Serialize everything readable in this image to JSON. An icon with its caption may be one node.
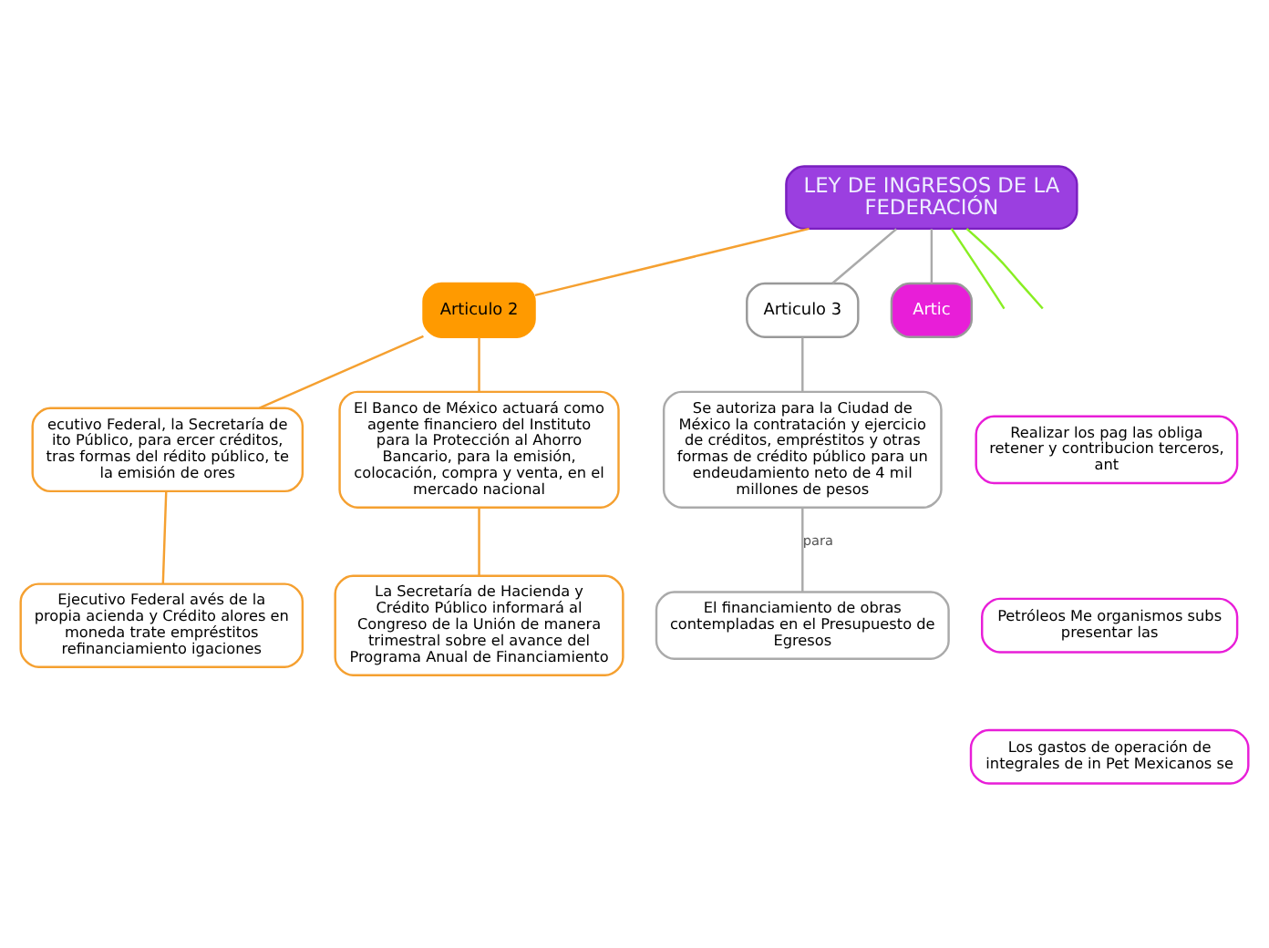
{
  "diagram": {
    "nodes": [
      {
        "text": [
          "LEY DE INGRESOS DE LA FEDERACIÓN"
        ]
      },
      {
        "text": [
          "Articulo 2"
        ]
      },
      {
        "text": [
          "ecutivo Federal, la Secretaría de ito Público, para ercer créditos, tras formas del rédito público, te la emisión de ores"
        ]
      },
      {
        "text": [
          "Ejecutivo Federal avés de la propia acienda y Crédito alores en moneda trate empréstitos refinanciamiento igaciones"
        ]
      },
      {
        "text": [
          "El Banco de México actuará como agente financiero del Instituto para la Protección al Ahorro Bancario, para la emisión, colocación, compra y venta, en el mercado nacional"
        ]
      },
      {
        "text": [
          "La Secretaría de Hacienda y Crédito Público informará al Congreso de la Unión de manera trimestral sobre el avance del Programa Anual de Financiamiento"
        ]
      },
      {
        "text": [
          "Articulo 3"
        ]
      },
      {
        "text": [
          "Se autoriza para la Ciudad de México la contratación y ejercicio de créditos, empréstitos y otras formas de crédito público para un endeudamiento neto de 4 mil millones de pesos"
        ]
      },
      {
        "text": [
          "El financiamiento de obras contempladas en el Presupuesto de Egresos"
        ]
      },
      {
        "text": [
          "Artic"
        ]
      },
      {
        "text": [
          "Realizar los pag las obliga retener y contribucion terceros, ant"
        ]
      },
      {
        "text": [
          "Petróleos Me organismos subs presentar las"
        ]
      },
      {
        "text": [
          "Los gastos de operación de integrales de in Pet Mexicanos se"
        ]
      }
    ],
    "edges": [
      {
        "from": 0,
        "to": null,
        "arrow": "none",
        "color": "#88ee22"
      },
      {
        "from": 0,
        "to": 1,
        "arrow": "none",
        "color": "#f5a030"
      },
      {
        "from": 0,
        "to": 6,
        "arrow": "none",
        "color": "#aaaaaa"
      },
      {
        "from": 0,
        "to": 9,
        "arrow": "none",
        "color": "#aaaaaa"
      },
      {
        "from": 0,
        "to": null,
        "arrow": "none",
        "color": "#88ee22"
      },
      {
        "from": 1,
        "to": 2,
        "arrow": "none",
        "color": "#f5a030"
      },
      {
        "from": 2,
        "to": 3,
        "arrow": "none",
        "color": "#f5a030"
      },
      {
        "from": 1,
        "to": 4,
        "arrow": "none",
        "color": "#f5a030"
      },
      {
        "from": 4,
        "to": 5,
        "arrow": "none",
        "color": "#f5a030"
      },
      {
        "from": 6,
        "to": 7,
        "arrow": "none",
        "color": "#aaaaaa"
      },
      {
        "from": 7,
        "to": 8,
        "label": "para",
        "arrow": "none",
        "color": "#aaaaaa"
      }
    ]
  }
}
